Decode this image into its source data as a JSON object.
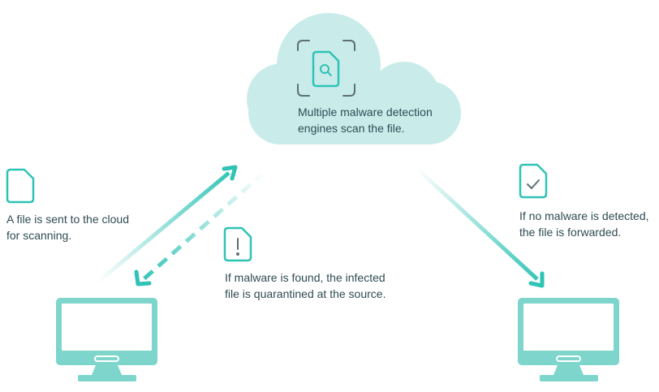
{
  "cloud": {
    "icon": "document-search-icon",
    "text": "Multiple malware detection\nengines scan the file."
  },
  "steps": {
    "send": {
      "icon": "document-icon",
      "text": "A file is sent to the cloud\nfor scanning."
    },
    "quarantine": {
      "icon": "document-alert-icon",
      "text": "If malware is found, the infected\nfile is quarantined at the source."
    },
    "forward": {
      "icon": "document-check-icon",
      "text": "If no malware is detected,\nthe file is forwarded."
    }
  },
  "computers": {
    "source": {
      "icon": "monitor-icon"
    },
    "destination": {
      "icon": "monitor-icon"
    }
  },
  "colors": {
    "accent": "#2fc3b6",
    "monitor": "#7dd5cc",
    "cloud": "#c9ecea",
    "frame": "#5c6f74",
    "text": "#2f4b53"
  }
}
